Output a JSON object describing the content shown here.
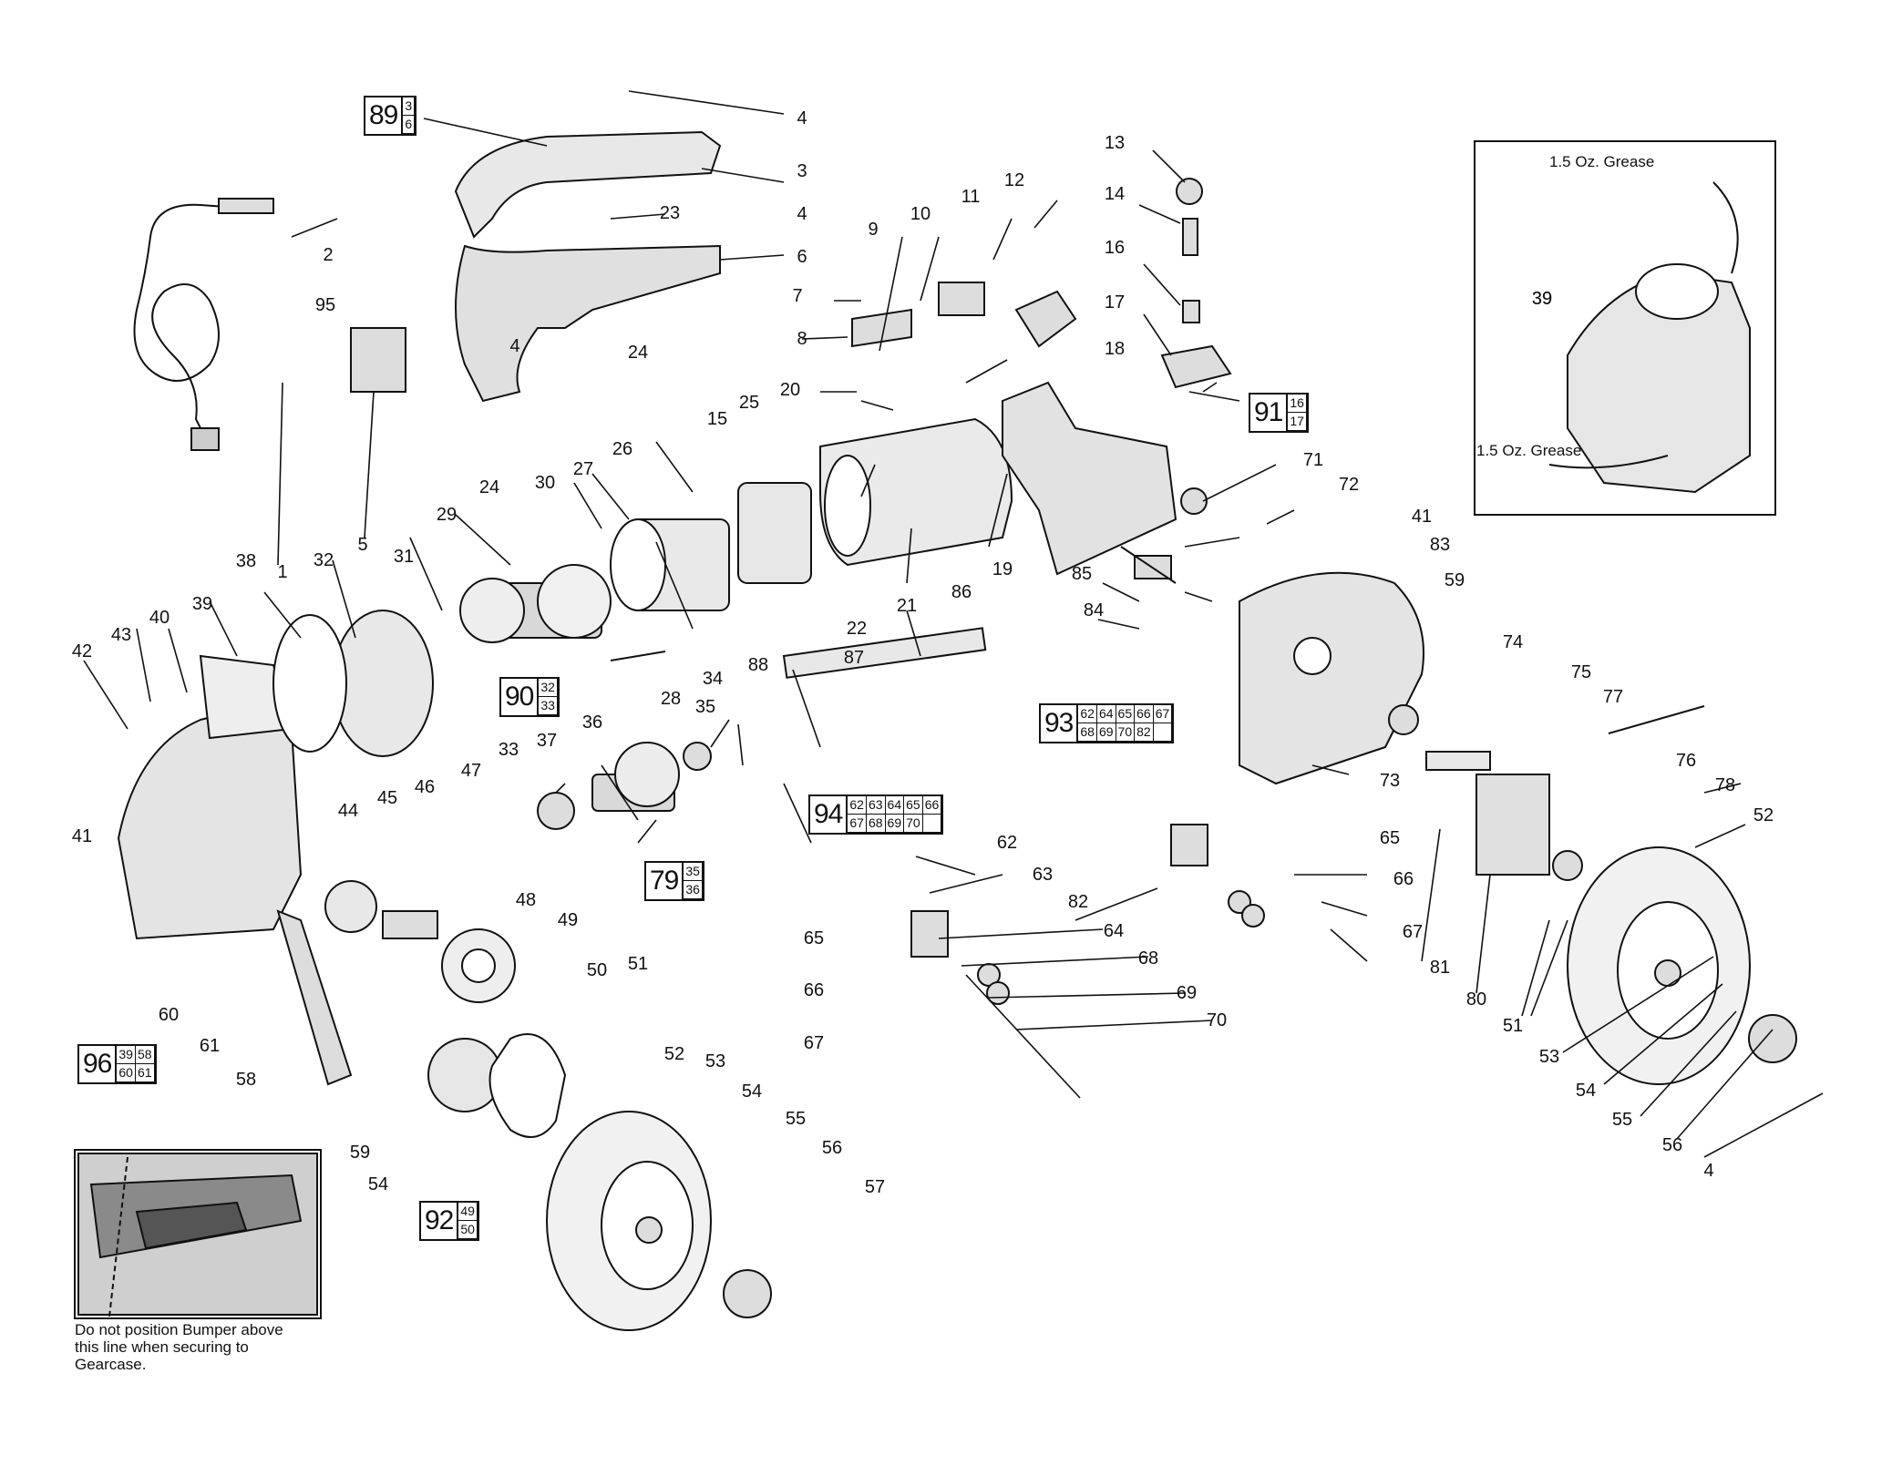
{
  "labels": [
    "1",
    "2",
    "3",
    "4",
    "4",
    "4",
    "4",
    "5",
    "6",
    "7",
    "8",
    "9",
    "10",
    "11",
    "12",
    "13",
    "14",
    "15",
    "16",
    "17",
    "18",
    "19",
    "20",
    "21",
    "22",
    "23",
    "24",
    "24",
    "25",
    "26",
    "27",
    "28",
    "29",
    "30",
    "31",
    "32",
    "33",
    "34",
    "35",
    "36",
    "37",
    "38",
    "39",
    "39",
    "40",
    "41",
    "41",
    "42",
    "43",
    "44",
    "45",
    "46",
    "47",
    "48",
    "49",
    "50",
    "51",
    "51",
    "52",
    "52",
    "53",
    "53",
    "54",
    "54",
    "54",
    "55",
    "55",
    "56",
    "56",
    "57",
    "58",
    "59",
    "59",
    "60",
    "61",
    "62",
    "63",
    "64",
    "65",
    "65",
    "66",
    "66",
    "67",
    "67",
    "68",
    "69",
    "70",
    "71",
    "72",
    "73",
    "74",
    "75",
    "76",
    "77",
    "78",
    "80",
    "81",
    "82",
    "83",
    "84",
    "85",
    "86",
    "87",
    "88",
    "95"
  ],
  "kits": [
    {
      "id": "89",
      "parts": [
        "3",
        "6"
      ]
    },
    {
      "id": "90",
      "parts": [
        "32",
        "33"
      ]
    },
    {
      "id": "91",
      "parts": [
        "16",
        "17"
      ]
    },
    {
      "id": "92",
      "parts": [
        "49",
        "50"
      ]
    },
    {
      "id": "79",
      "parts": [
        "35",
        "36"
      ]
    },
    {
      "id": "96",
      "parts": [
        "39",
        "58",
        "60",
        "61"
      ]
    },
    {
      "id": "93",
      "parts": [
        "62",
        "64",
        "65",
        "66",
        "67",
        "68",
        "69",
        "70",
        "82",
        ""
      ]
    },
    {
      "id": "94",
      "parts": [
        "62",
        "63",
        "64",
        "65",
        "66",
        "67",
        "68",
        "69",
        "70",
        ""
      ]
    }
  ],
  "inset": {
    "grease_top": "1.5 Oz. Grease",
    "grease_bottom": "1.5 Oz. Grease",
    "part": "39"
  },
  "bumper_note": "Do not position Bumper above this line when securing to Gearcase."
}
